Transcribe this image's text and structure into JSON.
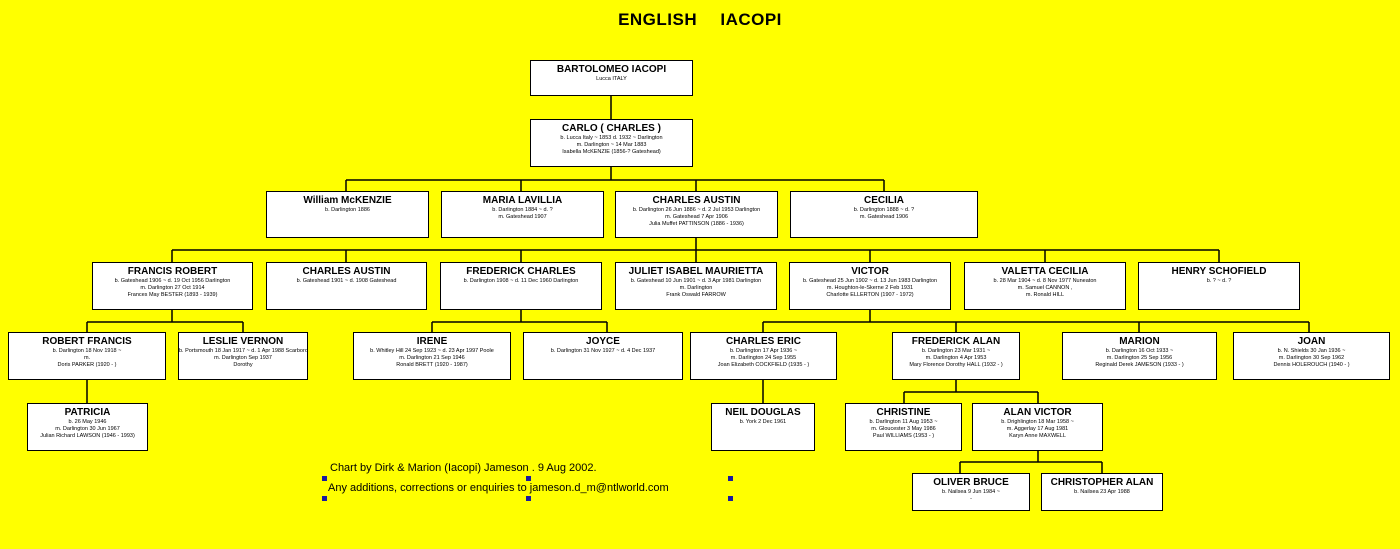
{
  "title": "ENGLISH   IACOPI",
  "people": {
    "bartolomeo": {
      "name": "BARTOLOMEO IACOPI",
      "details": [
        "Lucca ITALY"
      ]
    },
    "carlo": {
      "name": "CARLO  ( CHARLES )",
      "details": [
        "b. Lucca Italy ~ 1853  d. 1932 ~ Darlington",
        "m. Darlington ~ 14 Mar 1883",
        "Isabella McKENZIE  (1856-?  Gateshead)"
      ]
    },
    "william": {
      "name": "William McKENZIE",
      "details": [
        "b. Darlington 1886"
      ]
    },
    "maria": {
      "name": "MARIA LAVILLIA",
      "details": [
        "b. Darlington 1884 ~ d. ?",
        "m. Gateshead 1907"
      ]
    },
    "charles_austin_1": {
      "name": "CHARLES AUSTIN",
      "details": [
        "b. Darlington 26 Jun 1886 ~ d. 2 Jul 1953 Darlington",
        "m. Gateshead 7 Apr 1906",
        "Julia Muffet PATTINSON  (1886 - 1936)"
      ]
    },
    "cecilia": {
      "name": "CECILIA",
      "details": [
        "b. Darlington 1888 ~ d. ?",
        "m. Gateshead 1906"
      ]
    },
    "francis_robert": {
      "name": "FRANCIS ROBERT",
      "details": [
        "b. Gateshead 1906 ~ d. 19 Oct 1956 Darlington",
        "m. Darlington 27 Oct 1914",
        "Frances May BESTER  (1893 - 1939)"
      ]
    },
    "charles_austin_2": {
      "name": "CHARLES AUSTIN",
      "details": [
        "b. Gateshead 1901 ~ d. 1908 Gateshead"
      ]
    },
    "frederick_charles": {
      "name": "FREDERICK CHARLES",
      "details": [
        "b. Darlington 1908 ~ d. 11 Dec 1960 Darlington"
      ]
    },
    "juliet": {
      "name": "JULIET ISABEL MAURIETTA",
      "details": [
        "b. Gateshead 10 Jun 1901 ~ d. 3 Apr 1981 Darlington",
        "m. Darlington",
        "Frank Oswald FARROW"
      ]
    },
    "victor": {
      "name": "VICTOR",
      "details": [
        "b. Gateshead 25 Jun 1902 ~ d. 13 Jun 1983 Darlington",
        "m. Houghton-le-Skerne 2 Feb 1931",
        "Charlotte ELLERTON  (1907 - 1972)"
      ]
    },
    "valetta": {
      "name": "VALETTA CECILIA",
      "details": [
        "b. 28 Mar 1904 ~ d. 8 Nov 1977 Nuneaton",
        "m. Samuel CANNON ,",
        "m. Ronald HILL"
      ]
    },
    "henry": {
      "name": "HENRY  SCHOFIELD",
      "details": [
        "b. ? ~ d. ?"
      ]
    },
    "robert_francis": {
      "name": "ROBERT FRANCIS",
      "details": [
        "b. Darlington 18 Nov 1918 ~",
        "m.",
        "Doris PARKER  (1920 -       )"
      ]
    },
    "leslie": {
      "name": "LESLIE VERNON",
      "details": [
        "b. Portsmouth 18 Jan 1917 ~ d. 1 Apr 1988 Scarborough",
        "m. Darlington Sep 1937",
        "Dorothy"
      ]
    },
    "irene": {
      "name": "IRENE",
      "details": [
        "b. Whitley Hill 24 Sep 1923 ~ d. 23 Apr 1997 Poole",
        "m. Darlington 21 Sep 1946",
        "Ronald BRETT  (1920 - 1987)"
      ]
    },
    "joyce": {
      "name": "JOYCE",
      "details": [
        "b. Darlington 31 Nov 1927 ~ d. 4 Dec 1937"
      ]
    },
    "charles_eric": {
      "name": "CHARLES ERIC",
      "details": [
        "b. Darlington 17 Apr 1936 ~",
        "m. Darlington 24 Sep 1955",
        "Joan Elizabeth COCKFIELD  (1935 -      )"
      ]
    },
    "frederick_alan": {
      "name": "FREDERICK ALAN",
      "details": [
        "b. Darlington 23 Mar 1931 ~",
        "m. Darlington 4 Apr 1953",
        "Mary Florence Dorothy HALL  (1932 -      )"
      ]
    },
    "marion": {
      "name": "MARION",
      "details": [
        "b. Darlington 16 Oct 1933 ~",
        "m. Darlington 25 Sep 1956",
        "Reginald Derek JAMESON  (1933 -      )"
      ]
    },
    "joan": {
      "name": "JOAN",
      "details": [
        "b. N. Shields 30 Jan 1936 ~",
        "m. Darlington 30 Sep 1962",
        "Dennis HOLEROUCH  (1940 -     )"
      ]
    },
    "patricia": {
      "name": "PATRICIA",
      "details": [
        "b. 26 May 1946",
        "m. Darlington 30 Jun 1967",
        "Julian Richard LAWSON  (1946 - 1993)"
      ]
    },
    "neil": {
      "name": "NEIL  DOUGLAS",
      "details": [
        "b. York 2 Dec 1961"
      ]
    },
    "christine": {
      "name": "CHRISTINE",
      "details": [
        "b. Darlington 11 Aug 1953 ~",
        "m. Gloucester 3 May 1986",
        "Paul WILLIAMS  (1953 -      )"
      ]
    },
    "alan_victor": {
      "name": "ALAN VICTOR",
      "details": [
        "b. Drighlington 18 Mar 1958 ~",
        "m. Aggerlay 17 Aug 1981",
        "Karyn Anne MAXWELL"
      ]
    },
    "oliver": {
      "name": "OLIVER BRUCE",
      "details": [
        "b. Nailsea 9 Jun 1984 ~",
        "-"
      ]
    },
    "christopher": {
      "name": "CHRISTOPHER ALAN",
      "details": [
        "b. Nailsea 23 Apr 1988"
      ]
    }
  },
  "credits": {
    "line1": "Chart by Dirk & Marion (Iacopi) Jameson .   9 Aug 2002.",
    "line2": "Any additions, corrections or enquiries to    jameson.d_m@ntlworld.com"
  }
}
